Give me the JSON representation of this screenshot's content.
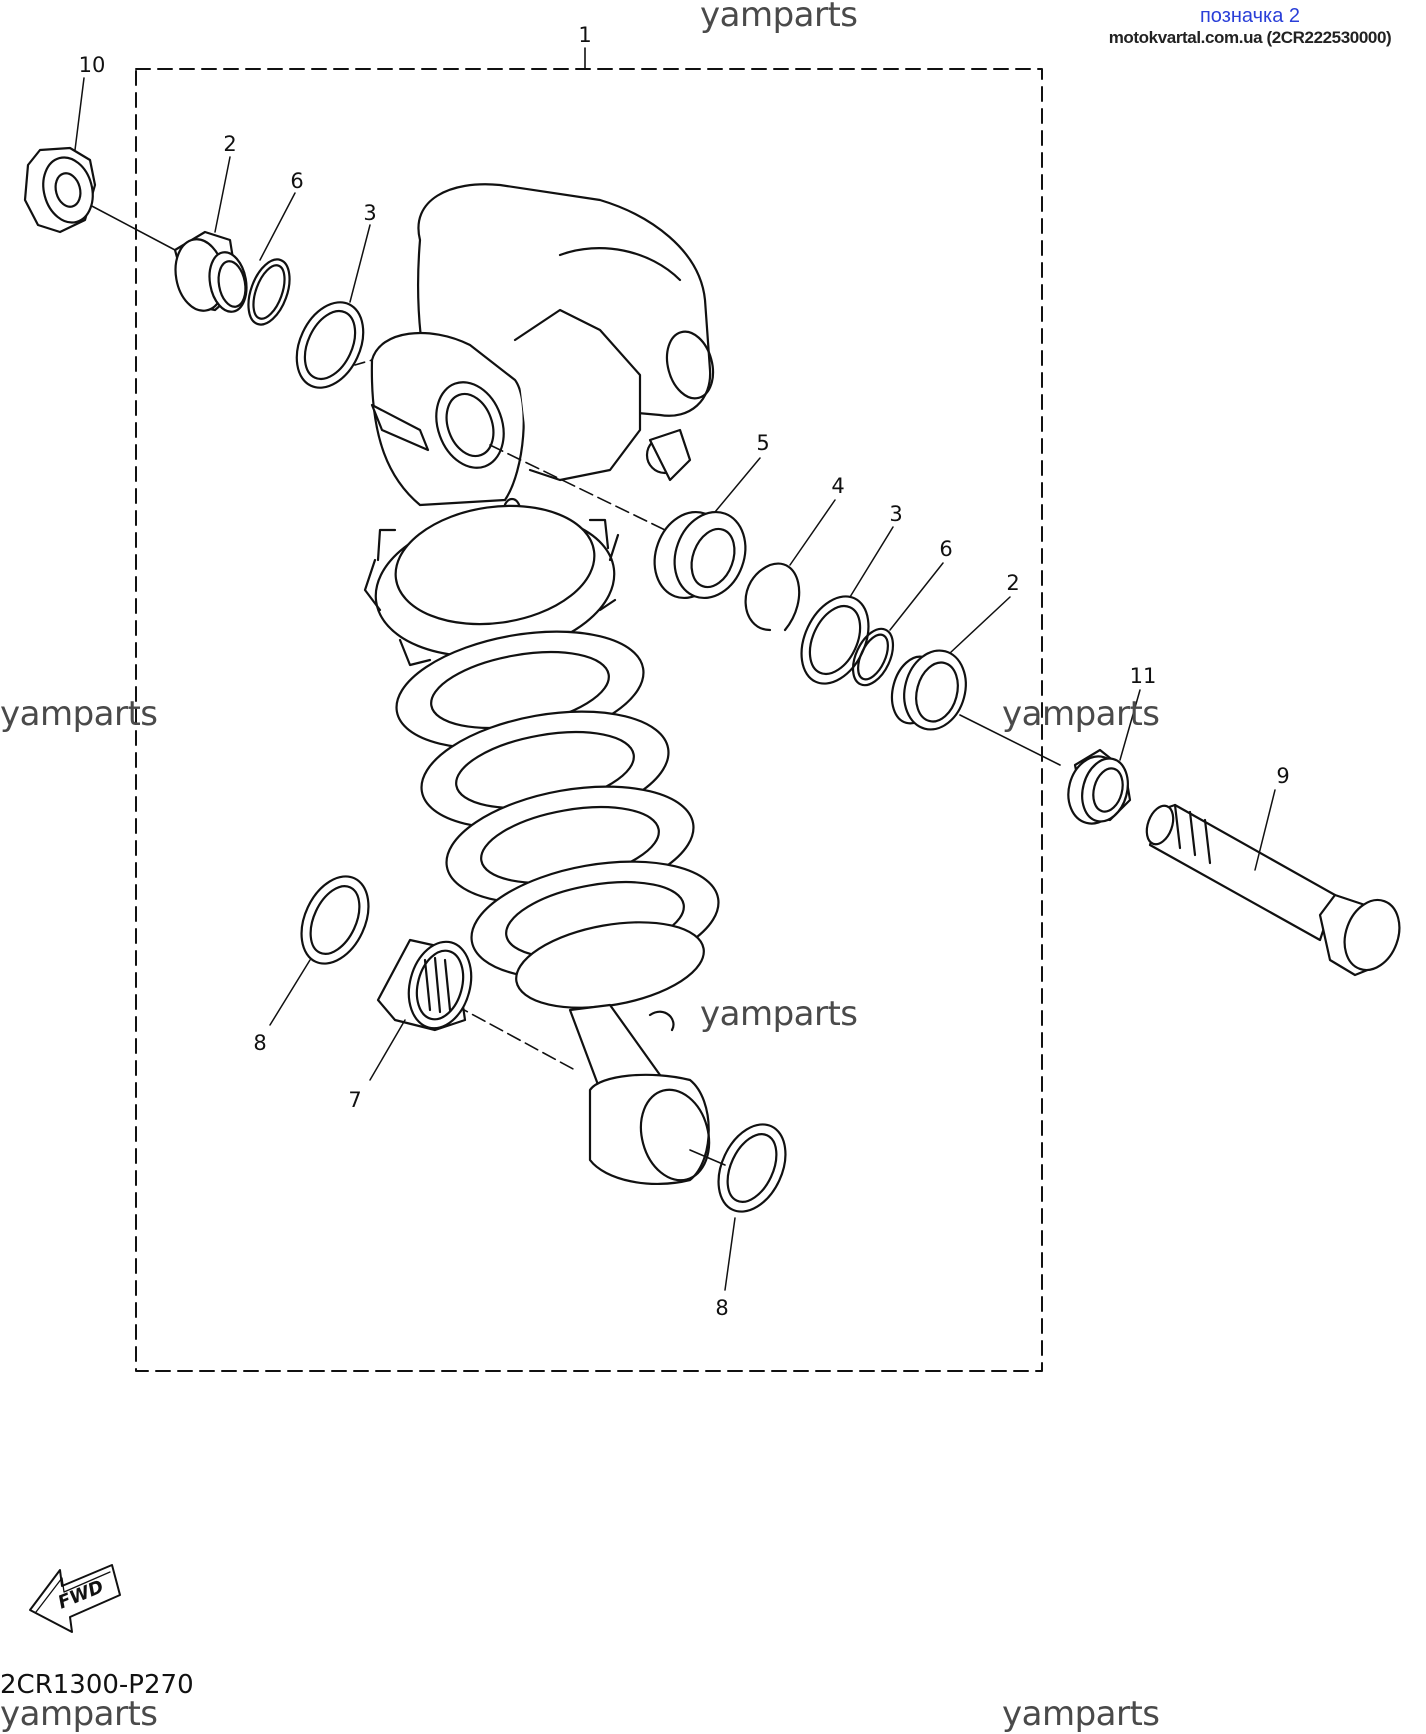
{
  "header": {
    "link_text": "позначка 2",
    "source_text": "motokvartal.com.ua (2CR222530000)"
  },
  "watermark": "yamparts",
  "drawing_code": "2CR1300-P270",
  "fwd_label": "FWD",
  "callouts": {
    "assembly": "1",
    "spacer_left": "2",
    "oring_left": "6",
    "seal_left": "3",
    "collar_left": "10",
    "bearing": "5",
    "circlip": "4",
    "seal_right": "3",
    "oring_right": "6",
    "spacer_right": "2",
    "collar_right": "11",
    "bolt": "9",
    "oil_seal_upper": "8",
    "needle_bearing": "7",
    "oil_seal_lower": "8"
  },
  "colors": {
    "line": "#111111",
    "link": "#2a3fd8"
  }
}
